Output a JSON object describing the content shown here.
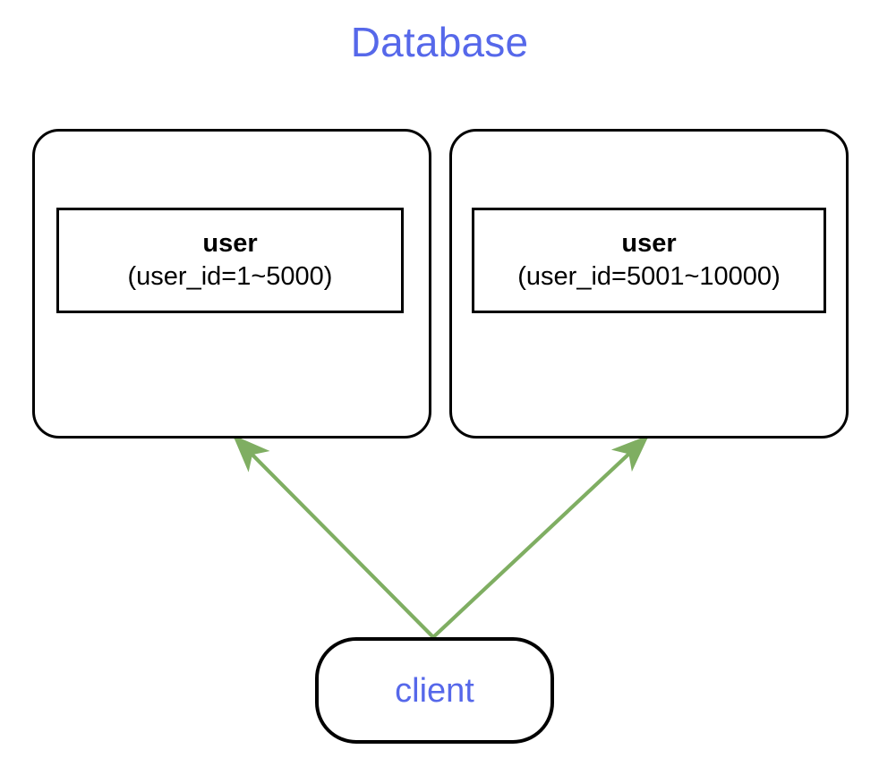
{
  "diagram": {
    "title": "Database",
    "title_color": "#5668ea",
    "background_color": "#ffffff",
    "stroke_color": "#000000",
    "arrow_color": "#7fae62"
  },
  "shards": [
    {
      "table_name": "user",
      "table_range": "(user_id=1~5000)"
    },
    {
      "table_name": "user",
      "table_range": "(user_id=5001~10000)"
    }
  ],
  "client": {
    "label": "client",
    "label_color": "#5668ea"
  },
  "connections": [
    {
      "from": "client",
      "to": "shard-0",
      "direction": "up-left",
      "color": "#7fae62",
      "arrowhead": "end"
    },
    {
      "from": "client",
      "to": "shard-1",
      "direction": "up-right",
      "color": "#7fae62",
      "arrowhead": "end"
    }
  ]
}
